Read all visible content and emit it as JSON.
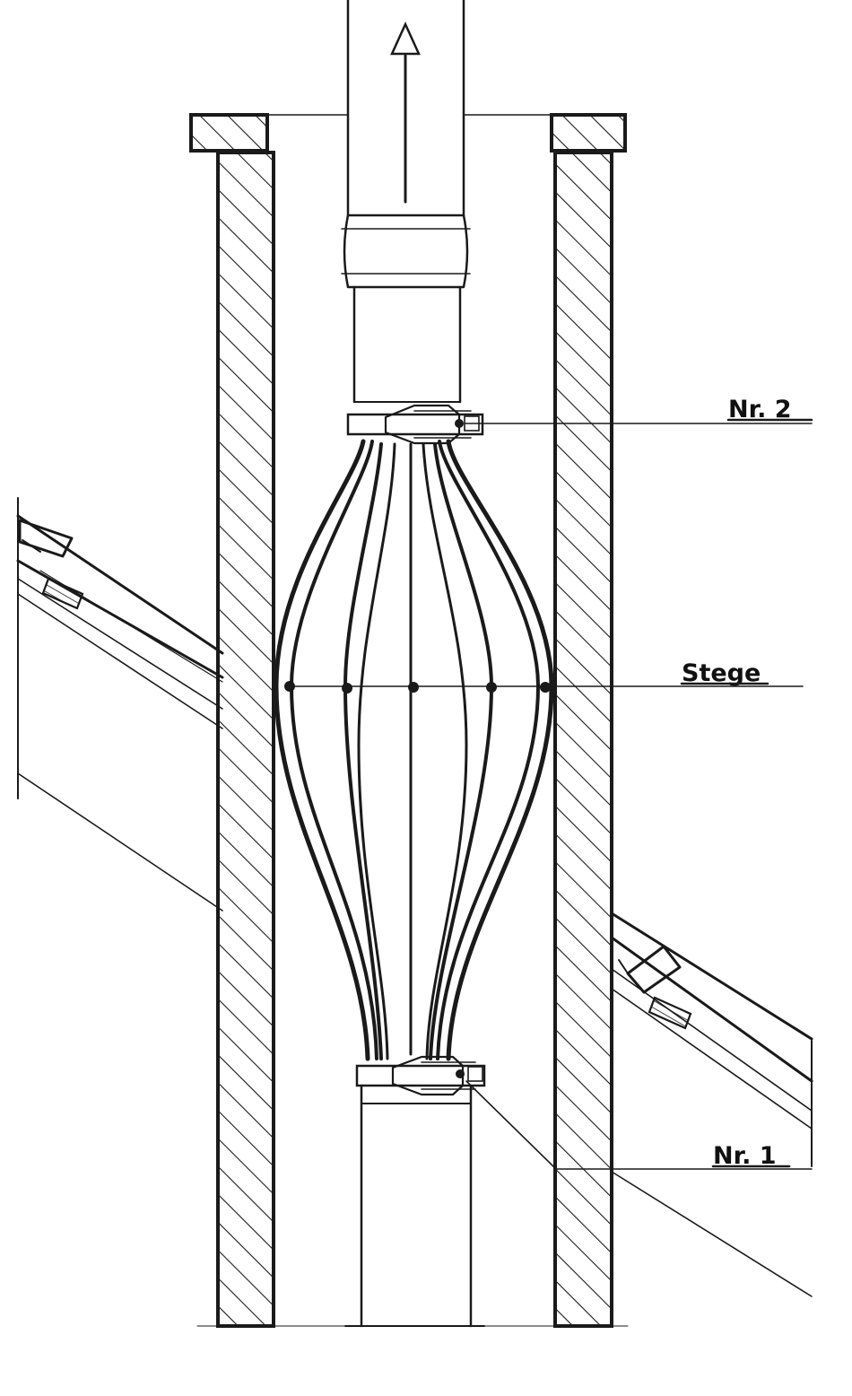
{
  "labels": {
    "top_clamp": "Nr. 2",
    "spacers": "Stege",
    "bottom_clamp": "Nr. 1"
  },
  "colors": {
    "ink": "#1a1a1a",
    "background": "#ffffff"
  }
}
